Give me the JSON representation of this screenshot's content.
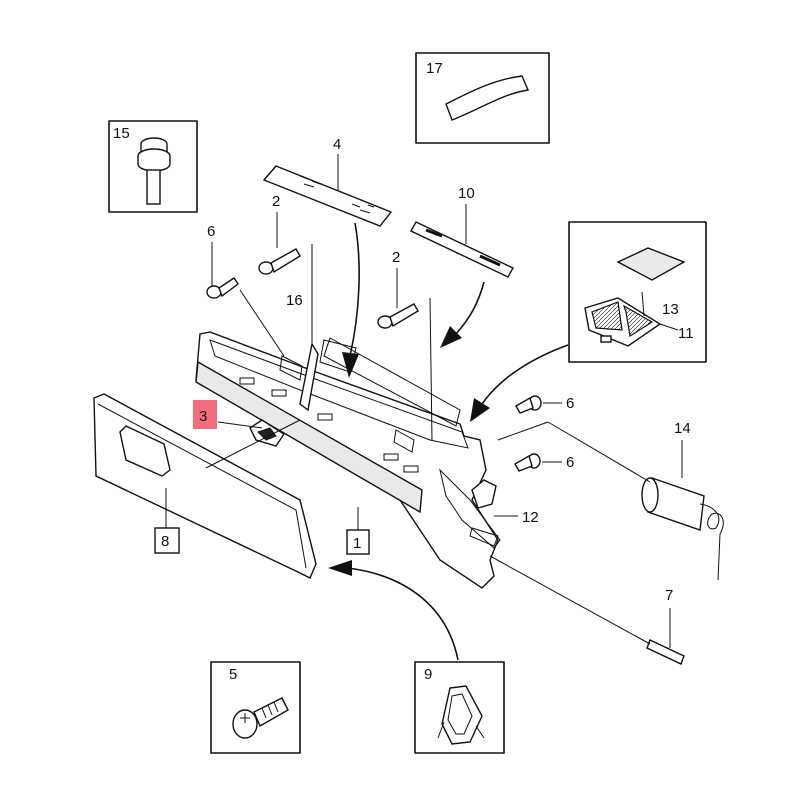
{
  "labels": {
    "p1": "1",
    "p2a": "2",
    "p2b": "2",
    "p3": "3",
    "p4": "4",
    "p5": "5",
    "p6a": "6",
    "p6b": "6",
    "p6c": "6",
    "p7": "7",
    "p8": "8",
    "p9": "9",
    "p10": "10",
    "p11": "11",
    "p12": "12",
    "p13": "13",
    "p14": "14",
    "p15": "15",
    "p16": "16",
    "p17": "17"
  },
  "colors": {
    "highlight": "#f26d7d",
    "line": "#111111"
  }
}
